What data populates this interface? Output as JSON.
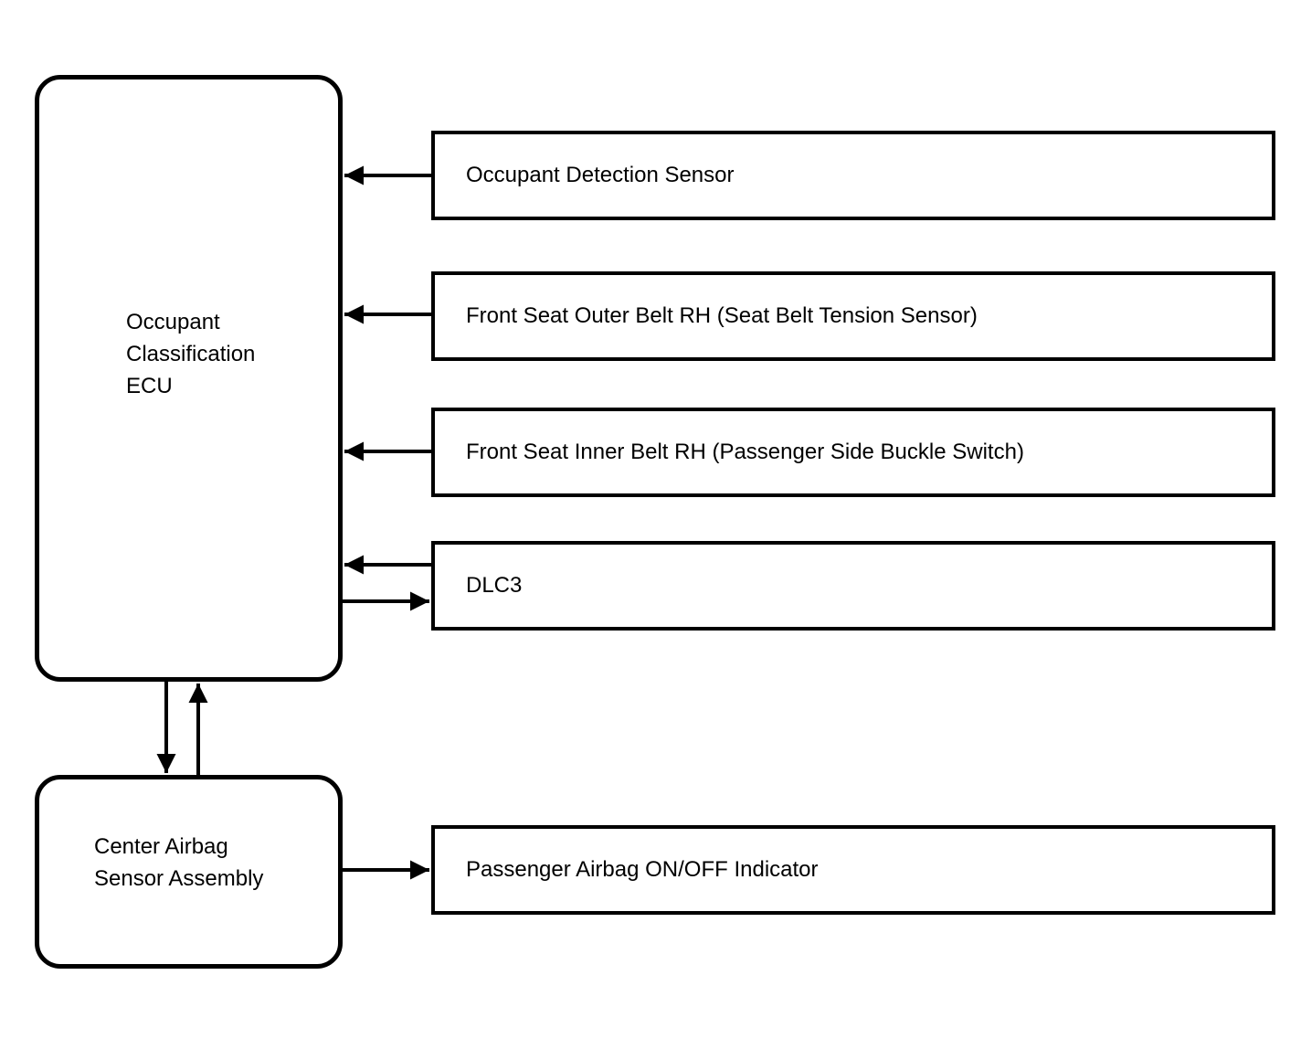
{
  "boxes": {
    "ecu": {
      "label": "Occupant\nClassification\nECU"
    },
    "center_airbag": {
      "label": "Center Airbag\nSensor Assembly"
    },
    "peripherals": [
      {
        "label": "Occupant Detection Sensor"
      },
      {
        "label": "Front Seat Outer Belt RH (Seat Belt Tension Sensor)"
      },
      {
        "label": "Front Seat Inner Belt RH (Passenger Side Buckle Switch)"
      },
      {
        "label": "DLC3"
      },
      {
        "label": "Passenger Airbag ON/OFF Indicator"
      }
    ]
  },
  "connections": [
    {
      "from": "Occupant Detection Sensor",
      "to": "Occupant Classification ECU",
      "direction": "one-way"
    },
    {
      "from": "Front Seat Outer Belt RH (Seat Belt Tension Sensor)",
      "to": "Occupant Classification ECU",
      "direction": "one-way"
    },
    {
      "from": "Front Seat Inner Belt RH (Passenger Side Buckle Switch)",
      "to": "Occupant Classification ECU",
      "direction": "one-way"
    },
    {
      "from": "DLC3",
      "to": "Occupant Classification ECU",
      "direction": "two-way"
    },
    {
      "from": "Occupant Classification ECU",
      "to": "Center Airbag Sensor Assembly",
      "direction": "two-way"
    },
    {
      "from": "Center Airbag Sensor Assembly",
      "to": "Passenger Airbag ON/OFF Indicator",
      "direction": "one-way"
    }
  ],
  "colors": {
    "line": "#000000",
    "text": "#000000",
    "background": "#ffffff"
  }
}
